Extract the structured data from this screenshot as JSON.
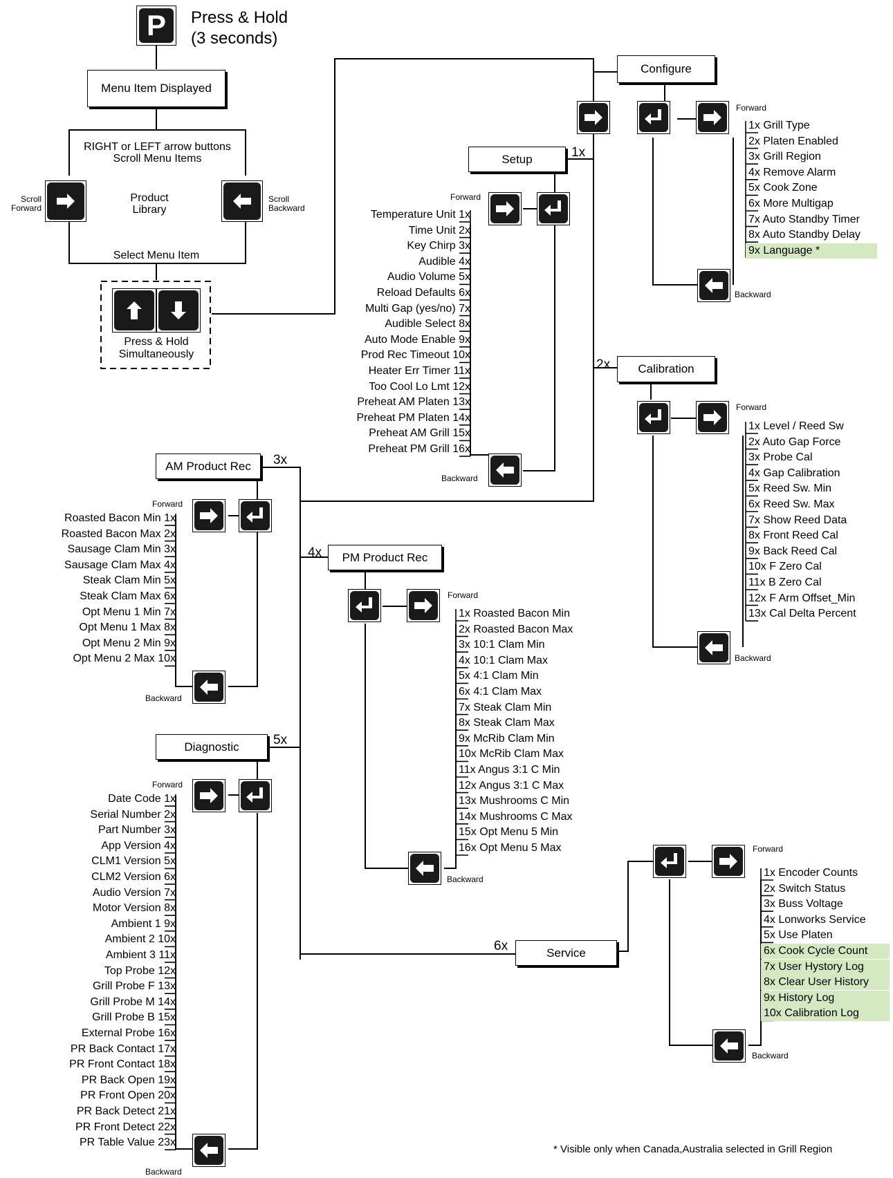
{
  "top": {
    "press_hold": "Press & Hold",
    "three_seconds": "(3 seconds)",
    "p_letter": "P",
    "menu_item_displayed": "Menu Item Displayed",
    "arrow_line1": "RIGHT or LEFT arrow buttons",
    "arrow_line2": "Scroll Menu Items",
    "scroll": "Scroll",
    "forward": "Forward",
    "backward": "Backward",
    "product": "Product",
    "library": "Library",
    "select_menu_item": "Select Menu Item",
    "press_hold_sim1": "Press & Hold",
    "press_hold_sim2": "Simultaneously"
  },
  "labels": {
    "forward": "Forward",
    "backward": "Backward"
  },
  "configure": {
    "title": "Configure",
    "items": [
      {
        "num": "1",
        "text": "x Grill Type"
      },
      {
        "num": "2",
        "text": "x Platen Enabled"
      },
      {
        "num": "3",
        "text": "x Grill Region"
      },
      {
        "num": "4",
        "text": "x Remove Alarm"
      },
      {
        "num": "5",
        "text": "x Cook Zone"
      },
      {
        "num": "6",
        "text": "x More Multigap"
      },
      {
        "num": "7",
        "text": "x Auto Standby Timer"
      },
      {
        "num": "8",
        "text": "x Auto Standby Delay"
      },
      {
        "num": "9",
        "text": "x Language *"
      }
    ]
  },
  "setup": {
    "title": "Setup",
    "count": "1x",
    "items": [
      {
        "label": "Temperature Unit",
        "num": "1",
        "x": "x"
      },
      {
        "label": "Time Unit",
        "num": "2",
        "x": "x"
      },
      {
        "label": "Key Chirp",
        "num": "3",
        "x": "x"
      },
      {
        "label": "Audible",
        "num": "4",
        "x": "x"
      },
      {
        "label": "Audio Volume",
        "num": "5",
        "x": "x"
      },
      {
        "label": "Reload Defaults",
        "num": "6",
        "x": "x"
      },
      {
        "label": "Multi Gap (yes/no)",
        "num": "7",
        "x": "x"
      },
      {
        "label": "Audible Select",
        "num": "8",
        "x": "x"
      },
      {
        "label": "Auto Mode Enable",
        "num": "9",
        "x": "x"
      },
      {
        "label": "Prod Rec Timeout",
        "num": "10",
        "x": "x"
      },
      {
        "label": "Heater Err Timer",
        "num": "11",
        "x": "x"
      },
      {
        "label": "Too Cool Lo Lmt",
        "num": "12",
        "x": "x"
      },
      {
        "label": "Preheat AM Platen",
        "num": "13",
        "x": "x"
      },
      {
        "label": "Preheat PM Platen",
        "num": "14",
        "x": "x"
      },
      {
        "label": "Preheat AM Grill",
        "num": "15",
        "x": "x"
      },
      {
        "label": "Preheat PM Grill",
        "num": "16",
        "x": "x"
      }
    ]
  },
  "calibration": {
    "title": "Calibration",
    "count": "2x",
    "items": [
      {
        "num": "1",
        "text": "x Level / Reed Sw"
      },
      {
        "num": "2",
        "text": "x Auto Gap Force"
      },
      {
        "num": "3",
        "text": "x Probe Cal"
      },
      {
        "num": "4",
        "text": "x Gap Calibration"
      },
      {
        "num": "5",
        "text": "x Reed Sw. Min"
      },
      {
        "num": "6",
        "text": "x Reed Sw. Max"
      },
      {
        "num": "7",
        "text": "x Show Reed Data"
      },
      {
        "num": "8",
        "text": "x Front Reed Cal"
      },
      {
        "num": "9",
        "text": "x Back Reed Cal"
      },
      {
        "num": "10",
        "text": "x F Zero Cal"
      },
      {
        "num": "11",
        "text": "x B Zero Cal"
      },
      {
        "num": "12",
        "text": "x F Arm Offset_Min"
      },
      {
        "num": "13",
        "text": "x Cal Delta Percent"
      }
    ]
  },
  "am_product_rec": {
    "title": "AM Product Rec",
    "count": "3x",
    "items": [
      {
        "label": "Roasted Bacon Min",
        "num": "1",
        "x": "x"
      },
      {
        "label": "Roasted Bacon Max",
        "num": "2",
        "x": "x"
      },
      {
        "label": "Sausage Clam Min",
        "num": "3",
        "x": "x"
      },
      {
        "label": "Sausage Clam Max",
        "num": "4",
        "x": "x"
      },
      {
        "label": "Steak Clam Min",
        "num": "5",
        "x": "x"
      },
      {
        "label": "Steak Clam Max",
        "num": "6",
        "x": "x"
      },
      {
        "label": "Opt Menu 1 Min",
        "num": "7",
        "x": "x"
      },
      {
        "label": "Opt Menu 1 Max",
        "num": "8",
        "x": "x"
      },
      {
        "label": "Opt Menu 2 Min",
        "num": "9",
        "x": "x"
      },
      {
        "label": "Opt Menu 2 Max",
        "num": "10",
        "x": "x"
      }
    ]
  },
  "pm_product_rec": {
    "title": "PM Product Rec",
    "count": "4x",
    "items": [
      {
        "num": "1",
        "text": "x Roasted Bacon Min"
      },
      {
        "num": "2",
        "text": "x Roasted Bacon Max"
      },
      {
        "num": "3",
        "text": "x 10:1 Clam Min"
      },
      {
        "num": "4",
        "text": "x 10:1 Clam Max"
      },
      {
        "num": "5",
        "text": "x 4:1 Clam Min"
      },
      {
        "num": "6",
        "text": "x 4:1 Clam Max"
      },
      {
        "num": "7",
        "text": "x Steak Clam Min"
      },
      {
        "num": "8",
        "text": "x Steak Clam Max"
      },
      {
        "num": "9",
        "text": "x McRib Clam Min"
      },
      {
        "num": "10",
        "text": "x McRib Clam Max"
      },
      {
        "num": "11",
        "text": "x Angus 3:1 C Min"
      },
      {
        "num": "12",
        "text": "x Angus 3:1 C Max"
      },
      {
        "num": "13",
        "text": "x Mushrooms C Min"
      },
      {
        "num": "14",
        "text": "x Mushrooms C Max"
      },
      {
        "num": "15",
        "text": "x Opt Menu 5 Min"
      },
      {
        "num": "16",
        "text": "x Opt Menu 5 Max"
      }
    ]
  },
  "diagnostic": {
    "title": "Diagnostic",
    "count": "5x",
    "items": [
      {
        "label": "Date Code",
        "num": "1",
        "x": "x"
      },
      {
        "label": "Serial Number",
        "num": "2",
        "x": "x"
      },
      {
        "label": "Part Number",
        "num": "3",
        "x": "x"
      },
      {
        "label": "App Version",
        "num": "4",
        "x": "x"
      },
      {
        "label": "CLM1 Version",
        "num": "5",
        "x": "x"
      },
      {
        "label": "CLM2 Version",
        "num": "6",
        "x": "x"
      },
      {
        "label": "Audio Version",
        "num": "7",
        "x": "x"
      },
      {
        "label": "Motor Version",
        "num": "8",
        "x": "x"
      },
      {
        "label": "Ambient 1",
        "num": "9",
        "x": "x"
      },
      {
        "label": "Ambient 2",
        "num": "10",
        "x": "x"
      },
      {
        "label": "Ambient 3",
        "num": "11",
        "x": "x"
      },
      {
        "label": "Top Probe",
        "num": "12",
        "x": "x"
      },
      {
        "label": "Grill Probe F",
        "num": "13",
        "x": "x"
      },
      {
        "label": "Grill Probe M",
        "num": "14",
        "x": "x"
      },
      {
        "label": "Grill Probe B",
        "num": "15",
        "x": "x"
      },
      {
        "label": "External Probe",
        "num": "16",
        "x": "x"
      },
      {
        "label": "PR Back Contact",
        "num": "17",
        "x": "x"
      },
      {
        "label": "PR Front Contact",
        "num": "18",
        "x": "x"
      },
      {
        "label": "PR Back Open",
        "num": "19",
        "x": "x"
      },
      {
        "label": "PR Front Open",
        "num": "20",
        "x": "x"
      },
      {
        "label": "PR Back Detect",
        "num": "21",
        "x": "x"
      },
      {
        "label": "PR Front Detect",
        "num": "22",
        "x": "x"
      },
      {
        "label": "PR Table Value",
        "num": "23",
        "x": "x"
      }
    ]
  },
  "service": {
    "title": "Service",
    "count": "6x",
    "items": [
      {
        "num": "1",
        "text": "x Encoder Counts"
      },
      {
        "num": "2",
        "text": "x Switch Status"
      },
      {
        "num": "3",
        "text": "x Buss Voltage"
      },
      {
        "num": "4",
        "text": "x Lonworks Service"
      },
      {
        "num": "5",
        "text": "x Use Platen"
      },
      {
        "num": "6",
        "text": "x Cook Cycle Count"
      },
      {
        "num": "7",
        "text": "x User Hystory Log"
      },
      {
        "num": "8",
        "text": "x Clear User History"
      },
      {
        "num": "9",
        "text": "x History Log"
      },
      {
        "num": "10",
        "text": "x Calibration Log"
      }
    ]
  },
  "footnote": "* Visible only when Canada,Australia selected in Grill Region",
  "colors": {
    "highlight": "#d4e8c2",
    "button": "#1a1a1a",
    "line": "#000000"
  },
  "icons": [
    "right-arrow-icon",
    "left-arrow-icon",
    "up-arrow-icon",
    "down-arrow-icon",
    "enter-icon"
  ]
}
